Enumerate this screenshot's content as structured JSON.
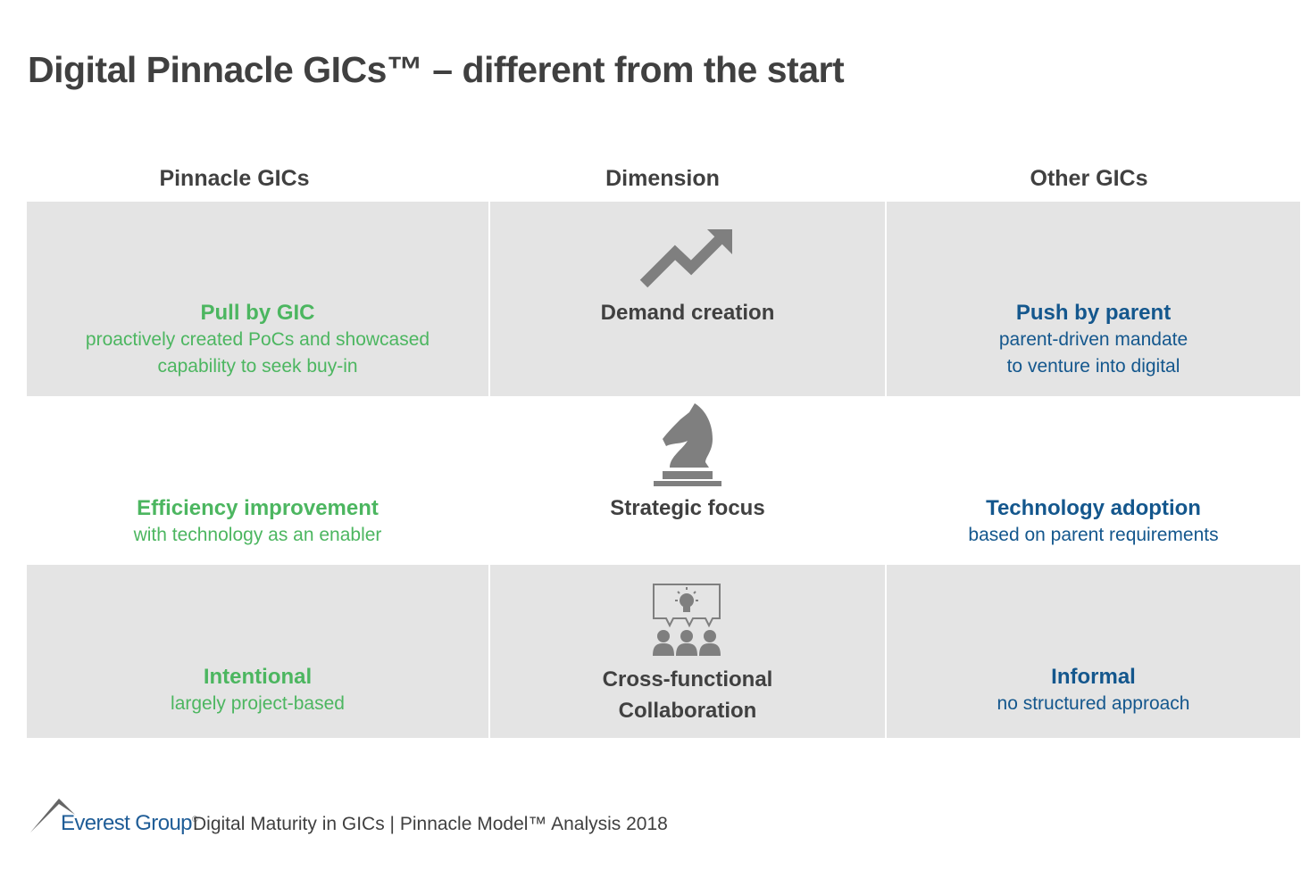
{
  "title": "Digital Pinnacle GICs™ – different from the start",
  "columns": {
    "left": "Pinnacle GICs",
    "middle": "Dimension",
    "right": "Other GICs"
  },
  "rows": [
    {
      "dimension": "Demand creation",
      "dimension_line2": "",
      "icon": "trend-up-arrow-icon",
      "pinnacle": {
        "heading": "Pull by GIC",
        "lines": [
          "proactively created PoCs and showcased",
          "capability to seek buy-in"
        ]
      },
      "other": {
        "heading": "Push by parent",
        "lines": [
          "parent-driven mandate",
          "to venture into digital"
        ]
      }
    },
    {
      "dimension": "Strategic focus",
      "dimension_line2": "",
      "icon": "chess-knight-icon",
      "pinnacle": {
        "heading": "Efficiency improvement",
        "lines": [
          "with technology as an enabler"
        ]
      },
      "other": {
        "heading": "Technology adoption",
        "lines": [
          "based on parent requirements"
        ]
      }
    },
    {
      "dimension": "Cross-functional",
      "dimension_line2": "Collaboration",
      "icon": "team-idea-icon",
      "pinnacle": {
        "heading": "Intentional",
        "lines": [
          "largely project-based"
        ]
      },
      "other": {
        "heading": "Informal",
        "lines": [
          "no structured approach"
        ]
      }
    }
  ],
  "colors": {
    "pinnacle": "#4cb660",
    "other": "#14578d",
    "text": "#404040",
    "row_bg": "#e4e4e4",
    "icon": "#7f7f7f"
  },
  "footer": {
    "brand": "Everest Group",
    "registered": "®",
    "text": "Digital Maturity in GICs | Pinnacle Model™ Analysis 2018"
  }
}
